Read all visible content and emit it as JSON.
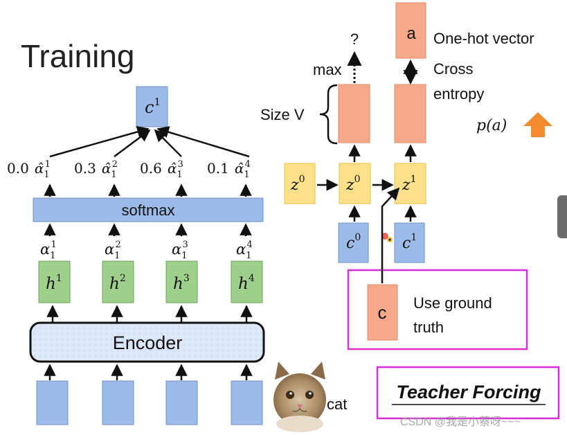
{
  "title": "Training",
  "decoder": {
    "max_label": "max",
    "question": "?",
    "size_label": "Size V",
    "onehot_label": "a",
    "onehot_desc": "One-hot vector",
    "loss_line1": "Cross",
    "loss_line2": "entropy",
    "prob_label": "p(a)",
    "z0_left": "z",
    "z0_left_sup": "0",
    "z0_mid": "z",
    "z0_mid_sup": "0",
    "z1": "z",
    "z1_sup": "1",
    "c0": "c",
    "c0_sup": "0",
    "c1_right": "c",
    "c1_right_sup": "1",
    "gt_char": "c",
    "gt_line1": "Use ground",
    "gt_line2": "truth"
  },
  "attention": {
    "context": "c",
    "context_sup": "1",
    "softmax": "softmax",
    "weights": [
      {
        "value": "0.0",
        "sub": "1",
        "sup": "1"
      },
      {
        "value": "0.3",
        "sub": "1",
        "sup": "2"
      },
      {
        "value": "0.6",
        "sub": "1",
        "sup": "3"
      },
      {
        "value": "0.1",
        "sub": "1",
        "sup": "4"
      }
    ],
    "alphas": [
      {
        "sub": "1",
        "sup": "1"
      },
      {
        "sub": "1",
        "sup": "2"
      },
      {
        "sub": "1",
        "sup": "3"
      },
      {
        "sub": "1",
        "sup": "4"
      }
    ],
    "hiddens": [
      {
        "sup": "1"
      },
      {
        "sup": "2"
      },
      {
        "sup": "3"
      },
      {
        "sup": "4"
      }
    ]
  },
  "encoder_label": "Encoder",
  "input_label": "cat",
  "teacher_forcing": "Teacher Forcing",
  "watermark": "CSDN @我是小蔡呀~~~",
  "colors": {
    "blue_fill": "#9dbbe8",
    "blue_stroke": "#6f92c9",
    "green_fill": "#9ed08c",
    "green_stroke": "#6fa55b",
    "orange_fill": "#f5a98a",
    "orange_stroke": "#e38a67",
    "yellow_fill": "#fde08a",
    "yellow_stroke": "#f0bd43",
    "magenta": "#d62fd6",
    "arrow_orange": "#f28a2e"
  }
}
